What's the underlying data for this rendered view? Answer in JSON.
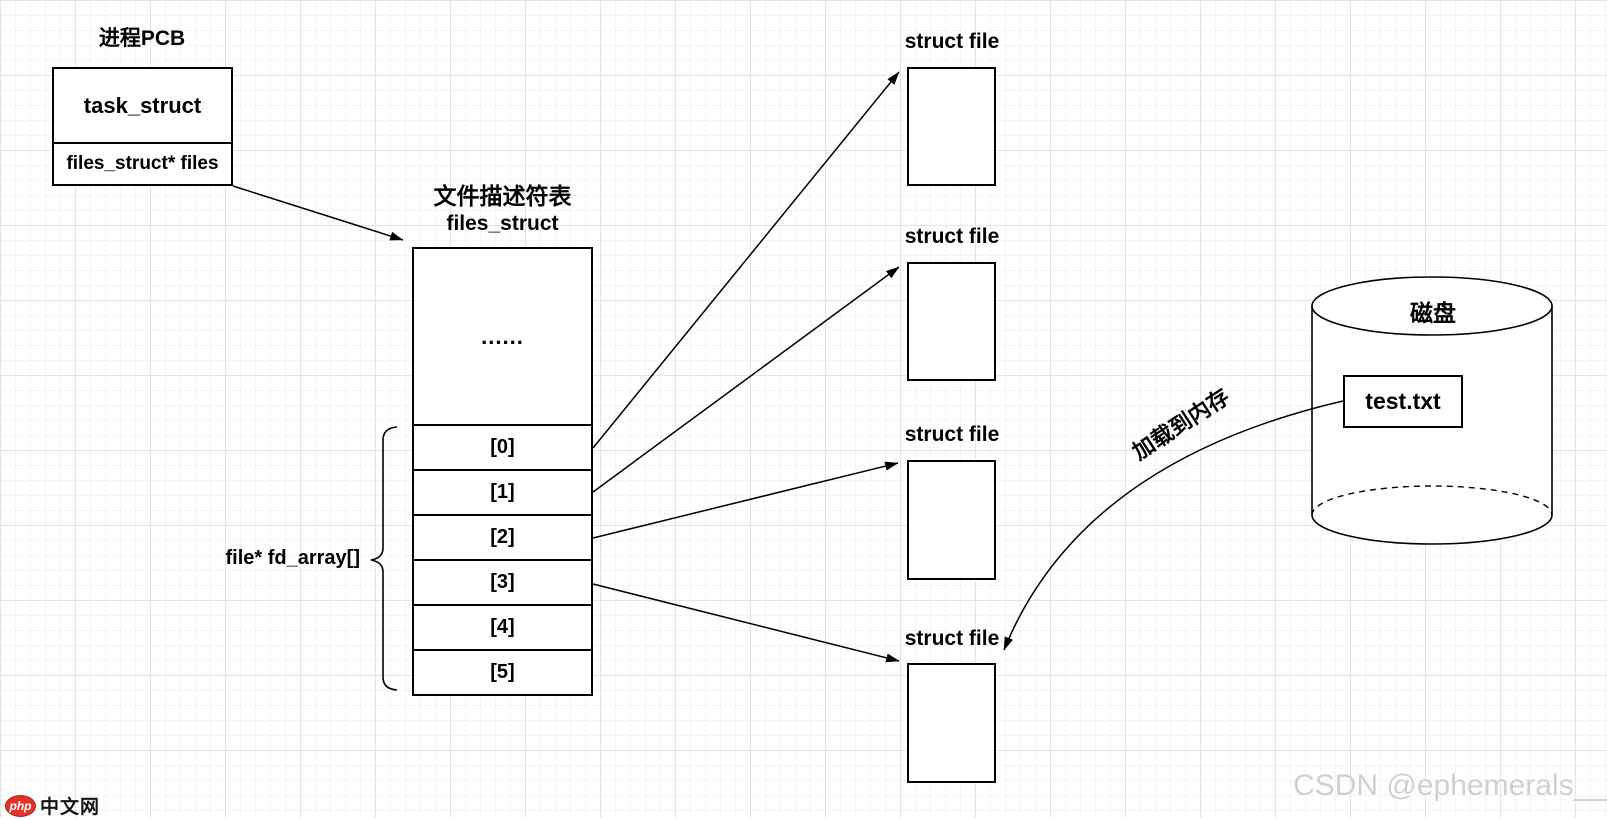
{
  "diagram": {
    "pcb": {
      "title": "进程PCB",
      "struct_name": "task_struct",
      "field": "files_struct* files"
    },
    "fd_table": {
      "title_line1": "文件描述符表",
      "title_line2": "files_struct",
      "ellipsis": "......",
      "rows": [
        "[0]",
        "[1]",
        "[2]",
        "[3]",
        "[4]",
        "[5]"
      ],
      "brace_label": "file* fd_array[]"
    },
    "struct_file_titles": [
      "struct file",
      "struct file",
      "struct file",
      "struct file"
    ],
    "disk": {
      "label": "磁盘",
      "file_name": "test.txt"
    },
    "load_arrow_label": "加载到内存",
    "colors": {
      "stroke": "#000000",
      "grid_minor": "#f4f4f4",
      "grid_major": "#e4e4e4",
      "logo_red": "#e23329",
      "watermark_gray": "#d0d0d0"
    }
  },
  "footer": {
    "logo_badge": "php",
    "logo_text": "中文网"
  },
  "watermark": "CSDN @ephemerals__"
}
